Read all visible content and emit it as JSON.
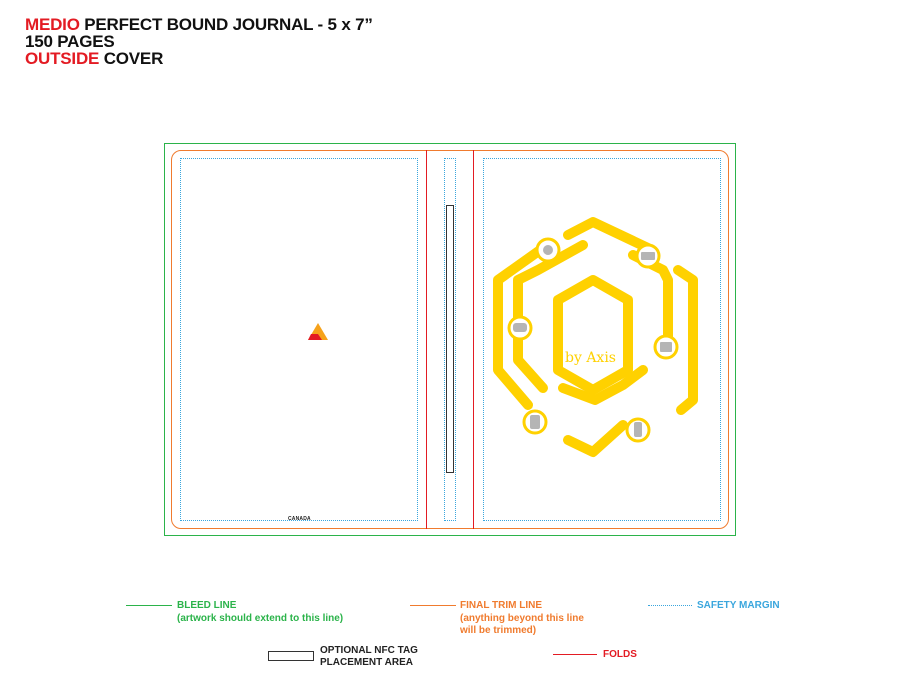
{
  "header": {
    "line1_accent": "MEDIO",
    "line1_rest": " PERFECT BOUND JOURNAL - 5 x 7”",
    "line2": "150 PAGES",
    "line3_accent": "OUTSIDE",
    "line3_rest": " COVER"
  },
  "cover": {
    "back_label": "CANADA",
    "front_logo_text": "by Axis"
  },
  "legend": {
    "bleed_title": "BLEED LINE",
    "bleed_note": "(artwork should extend to this line)",
    "trim_title": "FINAL TRIM LINE",
    "trim_note1": "(anything beyond this line",
    "trim_note2": "will be trimmed)",
    "safety_title": "SAFETY MARGIN",
    "nfc_title1": "OPTIONAL NFC TAG",
    "nfc_title2": "PLACEMENT AREA",
    "folds_title": "FOLDS"
  },
  "colors": {
    "bleed": "#2bb34a",
    "trim": "#f07b2e",
    "safety": "#3aa6dd",
    "folds": "#e31b23",
    "logo_yellow": "#ffd100"
  }
}
